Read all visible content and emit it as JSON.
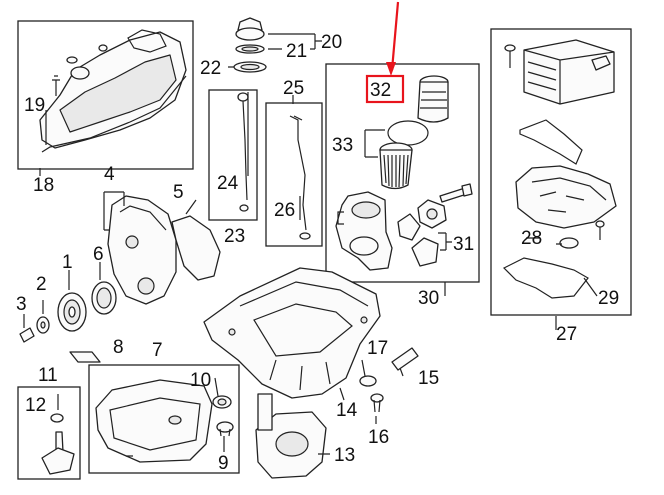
{
  "diagram": {
    "labels": {
      "l1": "1",
      "l2": "2",
      "l3": "3",
      "l4": "4",
      "l5": "5",
      "l6": "6",
      "l7": "7",
      "l8": "8",
      "l9": "9",
      "l10": "10",
      "l11": "11",
      "l12": "12",
      "l13": "13",
      "l14": "14",
      "l15": "15",
      "l16": "16",
      "l17": "17",
      "l18": "18",
      "l19": "19",
      "l20": "20",
      "l21": "21",
      "l22": "22",
      "l23": "23",
      "l24": "24",
      "l25": "25",
      "l26": "26",
      "l27": "27",
      "l28": "28",
      "l29": "29",
      "l30": "30",
      "l31": "31",
      "l32": "32",
      "l33": "33"
    },
    "highlight": {
      "part": "32",
      "color": "#e8141c"
    }
  }
}
